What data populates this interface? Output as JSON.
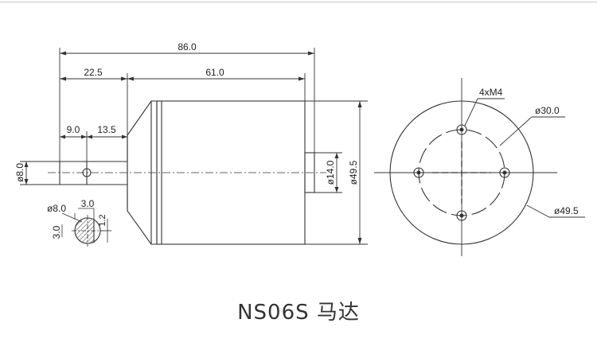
{
  "caption": "NS06S 马达",
  "dimensions": {
    "overall_length": "86.0",
    "shaft_length": "22.5",
    "body_length": "61.0",
    "shaft_step_a": "9.0",
    "shaft_step_b": "13.5",
    "shaft_dia": "ø8.0",
    "boss_dia": "ø14.0",
    "body_dia_side": "ø49.5",
    "section_dia": "ø8.0",
    "flat_width": "3.0",
    "flat_depth": "1.2",
    "section_height": "3.0",
    "holes": "4xM4",
    "pcd": "ø30.0",
    "body_dia_front": "ø49.5"
  }
}
